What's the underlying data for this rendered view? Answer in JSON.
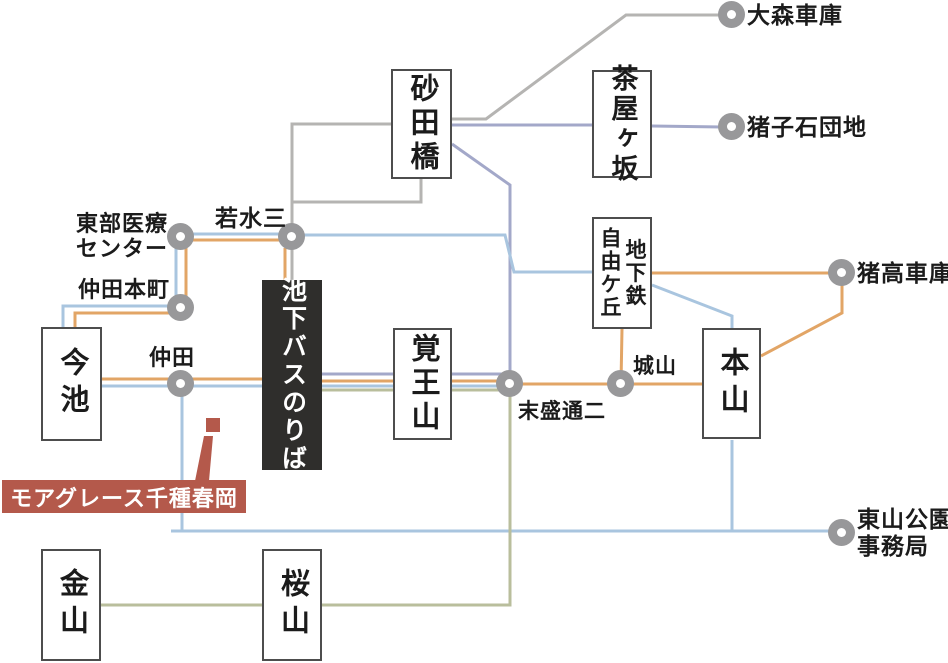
{
  "diagram": {
    "kind": "bus-route-network-map",
    "highlight": {
      "label": "モアグレース千種春岡"
    }
  },
  "colors": {
    "route_orange": "#e2a566",
    "route_blue": "#a9c5df",
    "route_purple": "#a3a8c9",
    "route_gray": "#b5b4b2",
    "route_olive": "#b9be9c",
    "stop_node_gray": "#98989a",
    "terminal_box_black": "#2f2e2c",
    "highlight_red": "#b4594b"
  },
  "station_boxes": {
    "sunadabashi": "砂田橋",
    "chayagasaka": "茶屋ヶ坂",
    "jiyugaoka_line1": "地下鉄",
    "jiyugaoka_line2": "自由ケ丘",
    "kakuozan": "覚王山",
    "motoyama": "本山",
    "imaike": "今池",
    "kanayama": "金山",
    "sakurayama": "桜山",
    "ikeshita_terminal": "池下バスのりば"
  },
  "bus_stops": {
    "omori_depot": "大森車庫",
    "inokoshi_danchi": "猪子石団地",
    "itaka_depot": "猪高車庫",
    "tobu_iryo_line1": "東部医療",
    "tobu_iryo_line2": "センター",
    "wakamizu3": "若水三",
    "nakata_honcho": "仲田本町",
    "nakata": "仲田",
    "suemori_dori2": "末盛通二",
    "shiroyama": "城山",
    "higashiyama_line1": "東山公園",
    "higashiyama_line2": "事務局"
  }
}
